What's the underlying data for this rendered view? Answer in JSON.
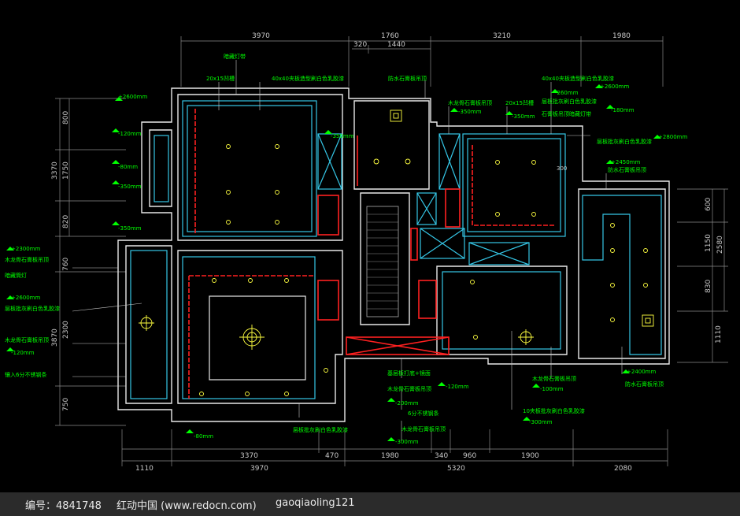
{
  "dims_top": [
    "3970",
    "1760",
    "320",
    "1440",
    "3210",
    "1980"
  ],
  "dims_bottom_inner": [
    "3370",
    "470",
    "1980",
    "340",
    "960",
    "1900"
  ],
  "dims_bottom_outer": [
    "1110",
    "3970",
    "5320",
    "2080"
  ],
  "dims_left": [
    "800",
    "1750",
    "820",
    "3370",
    "760",
    "2300",
    "3870",
    "750"
  ],
  "dims_right": [
    "600",
    "1150",
    "2580",
    "830",
    "1110"
  ],
  "notes": [
    "暗藏灯带",
    "20x15凹槽",
    "40x40夹板造型刷白色乳胶漆",
    "防水石膏板吊顶",
    "木龙骨石膏板吊顶",
    "20x15凹槽",
    "40x40夹板造型刷白色乳胶漆",
    "层板批灰刷白色乳胶漆",
    "石膏板吊顶暗藏灯带",
    "层板批灰刷白色乳胶漆",
    "防水石膏板吊顶",
    "木龙骨石膏板吊顶",
    "暗藏筒灯",
    "层板批灰刷白色乳胶漆",
    "木龙骨石膏板吊顶",
    "镶入6分不锈钢条",
    "层板批灰刷白色乳胶漆",
    "基层板打底+镜面",
    "木龙骨石膏板吊顶",
    "6分不锈钢条",
    "木龙骨石膏板吊顶",
    "木龙骨石膏板吊顶",
    "10夹板批灰刷白色乳胶漆",
    "防水石膏板吊顶"
  ],
  "levels": [
    "+2600mm",
    "-120mm",
    "-80mm",
    "-350mm",
    "-350mm",
    "-350mm",
    "-350mm",
    "-350mm",
    "+2600mm",
    "-260mm",
    "-180mm",
    "+2800mm",
    "+2450mm",
    "+2300mm",
    "+2600mm",
    "-120mm",
    "-120mm",
    "-200mm",
    "-300mm",
    "-100mm",
    "-300mm",
    "+2400mm",
    "-80mm",
    "300"
  ],
  "footer": {
    "id_label": "编号：4841748",
    "site": "红动中国 (www.redocn.com)",
    "author": "gaoqiaoling121"
  }
}
